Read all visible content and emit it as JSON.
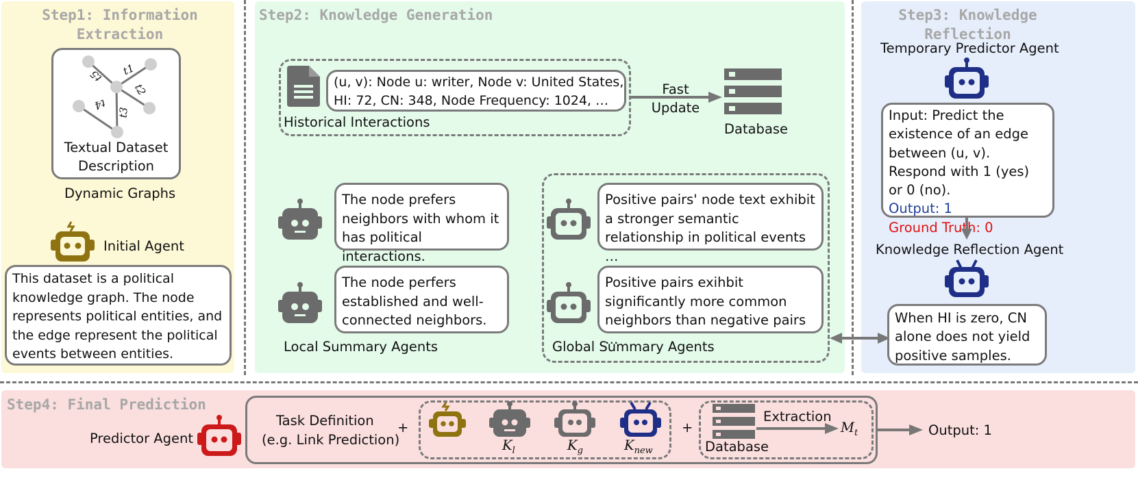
{
  "colors": {
    "step1_bg": "#fdf8d6",
    "step2_bg": "#e4fbea",
    "step3_bg": "#e6eefb",
    "step4_bg": "#fbdede",
    "robot_gray": "#6b6b6b",
    "robot_gold": "#8f7311",
    "robot_navy": "#1f2f88",
    "robot_red": "#cc1a1a",
    "output_blue": "#1f3f99",
    "ground_truth_red": "#e01010"
  },
  "step1": {
    "title": "Step1: Information Extraction",
    "graph_caption": "Textual Dataset Description",
    "edge_labels": [
      "t1",
      "t2",
      "t3",
      "t4",
      "t5"
    ],
    "dynamic_graphs": "Dynamic Graphs",
    "agent_label": "Initial Agent",
    "agent_icon": "robot-icon",
    "description": "This dataset is a political knowledge graph. The node represents political entities, and the edge represent the political events between entities."
  },
  "step2": {
    "title": "Step2: Knowledge Generation",
    "record_line1": "(u, v): Node u: writer, Node v: United States,",
    "record_line2": "HI: 72, CN: 348, Node Frequency: 1024, …",
    "historical_label": "Historical Interactions",
    "arrow_label": "Fast Update",
    "database_label": "Database",
    "local_summaries": [
      "The node prefers neighbors with whom it has political interactions.",
      "The node perfers established and well-connected neighbors."
    ],
    "local_label": "Local Summary Agents",
    "global_summaries": [
      "Positive pairs' node text exhibit a stronger semantic relationship in political events …",
      "Positive pairs exihbit significantly more common neighbors than negative pairs …"
    ],
    "global_label": "Global Summary Agents"
  },
  "step3": {
    "title": "Step3: Knowledge Reflection",
    "predictor_label": "Temporary Predictor Agent",
    "input_text": "Input: Predict the existence of an edge between (u, v). Respond with 1 (yes) or 0 (no).",
    "output_text": "Output: 1",
    "ground_truth_text": "Ground Truth: 0",
    "reflection_label": "Knowledge Reflection Agent",
    "reflection_text": "When HI is zero, CN alone does not yield positive samples."
  },
  "step4": {
    "title": "Step4: Final Prediction",
    "agent_label": "Predictor Agent",
    "task_line1": "Task Definition",
    "task_line2": "(e.g. Link Prediction)",
    "plus": "+",
    "k_local": "K",
    "k_local_sub": "l",
    "k_global": "K",
    "k_global_sub": "g",
    "k_new": "K",
    "k_new_sub": "new",
    "database_label": "Database",
    "extraction_label": "Extraction",
    "m_t": "M",
    "m_t_sub": "t",
    "output": "Output: 1"
  }
}
